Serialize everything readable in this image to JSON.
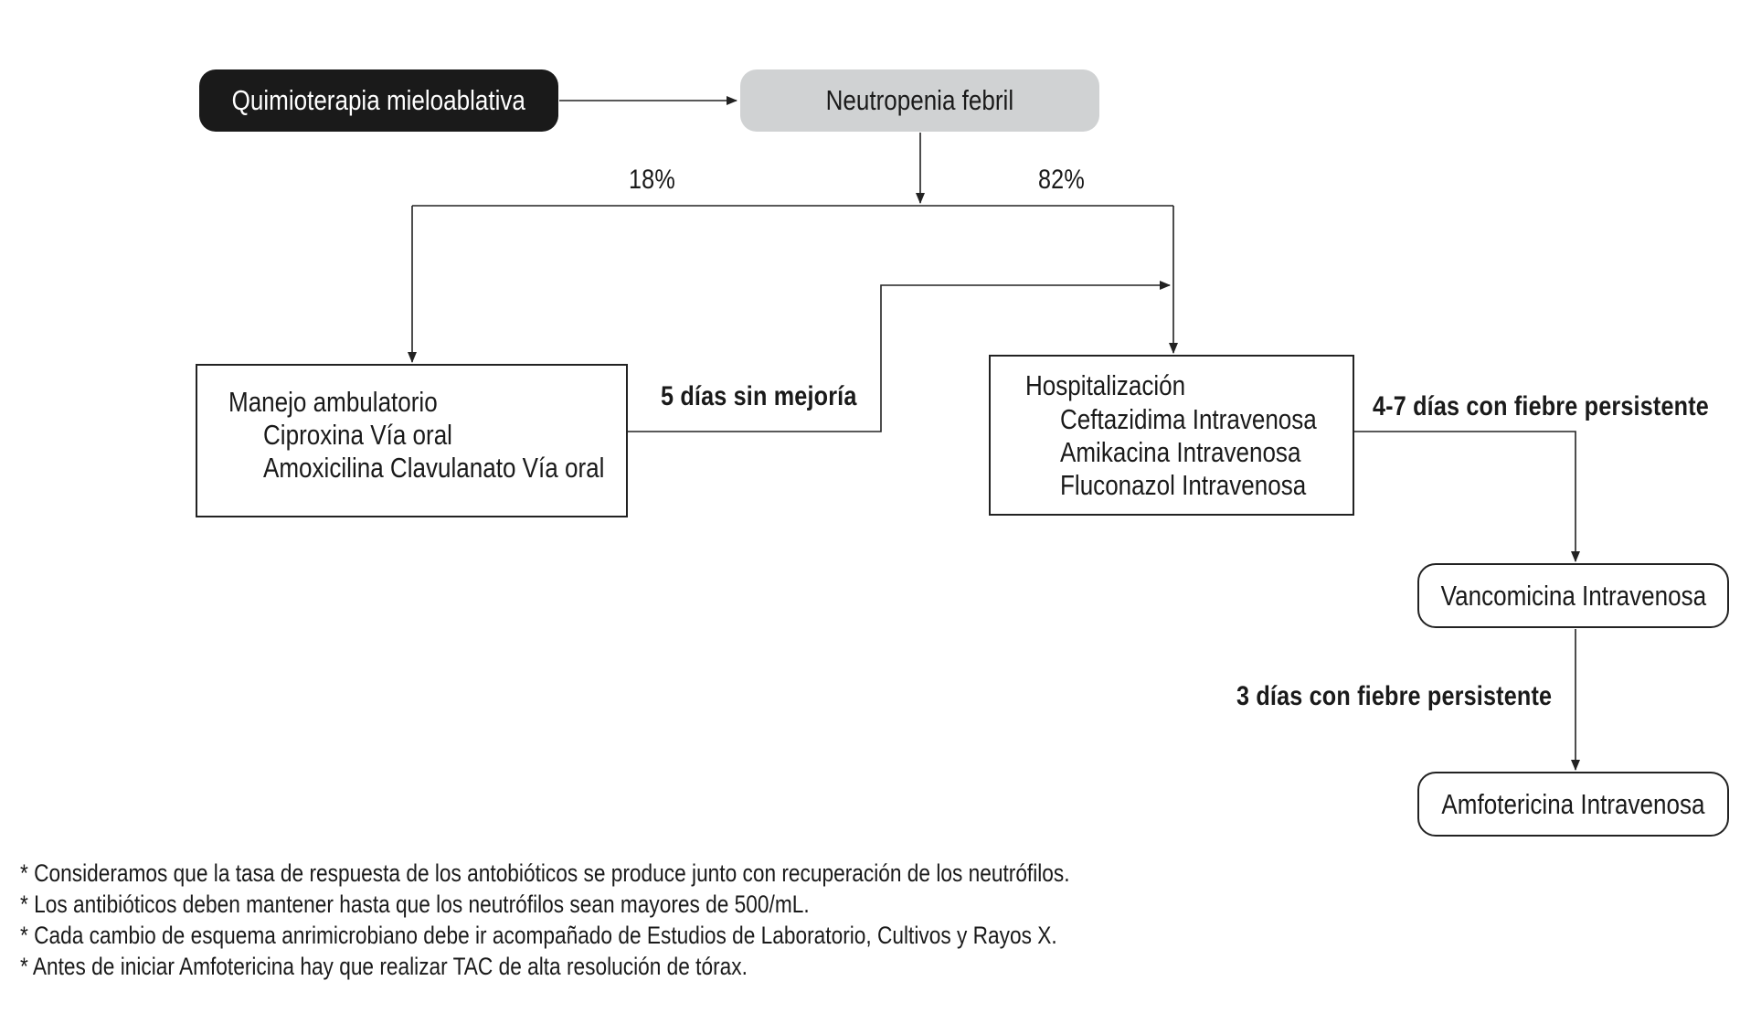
{
  "nodes": {
    "chemo": "Quimioterapia mieloablativa",
    "neutropenia": "Neutropenia febril",
    "ambulatory": {
      "title": "Manejo ambulatorio",
      "items": [
        "Ciproxina Vía oral",
        "Amoxicilina Clavulanato Vía oral"
      ]
    },
    "hospital": {
      "title": "Hospitalización",
      "items": [
        "Ceftazidima Intravenosa",
        "Amikacina Intravenosa",
        "Fluconazol Intravenosa"
      ]
    },
    "vancomycin": "Vancomicina Intravenosa",
    "amphotericin": "Amfotericina Intravenosa"
  },
  "edges": {
    "pct_ambulatory": "18%",
    "pct_hospital": "82%",
    "no_improvement": "5 días sin mejoría",
    "fever_4_7": "4-7 días con fiebre persistente",
    "fever_3": "3 días con fiebre persistente"
  },
  "notes": [
    "* Consideramos que la tasa de respuesta de los antobióticos se produce junto con recuperación de los neutrófilos.",
    "* Los antibióticos deben mantener hasta que los neutrófilos sean mayores de 500/mL.",
    "* Cada cambio de esquema anrimicrobiano debe ir acompañado de Estudios de Laboratorio, Cultivos y Rayos X.",
    "* Antes de iniciar Amfotericina hay que realizar TAC de alta resolución de tórax."
  ],
  "colors": {
    "start_node_fill": "#1a1a1a",
    "neutropenia_fill": "#d0d2d3",
    "line": "#222222"
  }
}
